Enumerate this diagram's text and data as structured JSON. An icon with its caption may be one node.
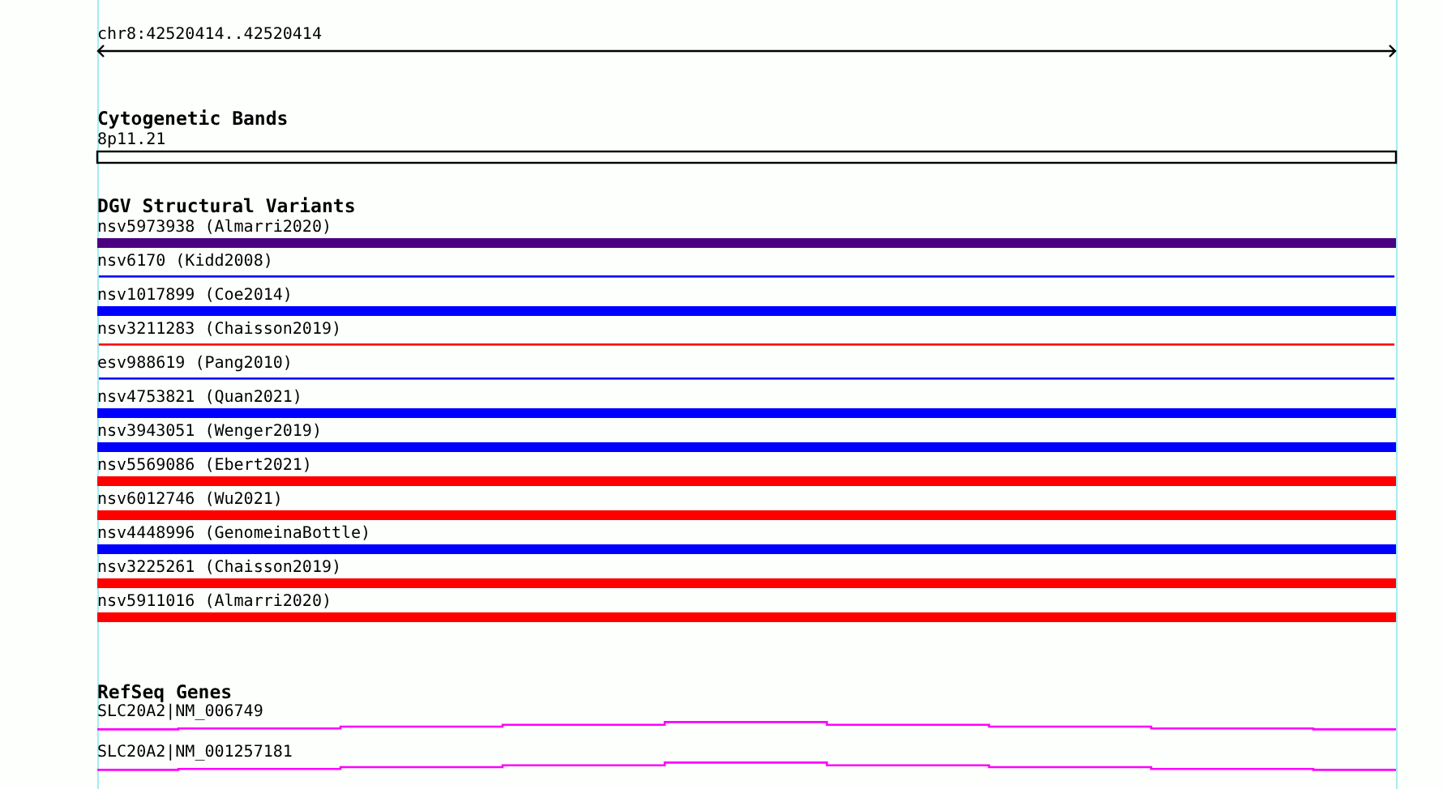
{
  "diagram": {
    "nodes": [
      {
        "text": [
          "8p11.21"
        ]
      },
      {
        "text": [
          "nsv5973938 (Almarri2020)"
        ]
      },
      {
        "text": [
          "nsv6170 (Kidd2008)"
        ]
      },
      {
        "text": [
          "nsv1017899 (Coe2014)"
        ]
      },
      {
        "text": [
          "nsv3211283 (Chaisson2019)"
        ]
      },
      {
        "text": [
          "esv988619 (Pang2010)"
        ]
      },
      {
        "text": [
          "nsv4753821 (Quan2021)"
        ]
      },
      {
        "text": [
          "nsv3943051 (Wenger2019)"
        ]
      },
      {
        "text": [
          "nsv5569086 (Ebert2021)"
        ]
      },
      {
        "text": [
          "nsv6012746 (Wu2021)"
        ]
      },
      {
        "text": [
          "nsv4448996 (GenomeinaBottle)"
        ]
      },
      {
        "text": [
          "nsv3225261 (Chaisson2019)"
        ]
      },
      {
        "text": [
          "nsv5911016 (Almarri2020)"
        ]
      },
      {
        "text": [
          "SLC20A2|NM_006749"
        ]
      },
      {
        "text": [
          "SLC20A2|NM_001257181"
        ]
      }
    ],
    "labels": [
      "chr8:42520414..42520414",
      "Cytogenetic Bands",
      "DGV Structural Variants",
      "RefSeq Genes"
    ]
  }
}
